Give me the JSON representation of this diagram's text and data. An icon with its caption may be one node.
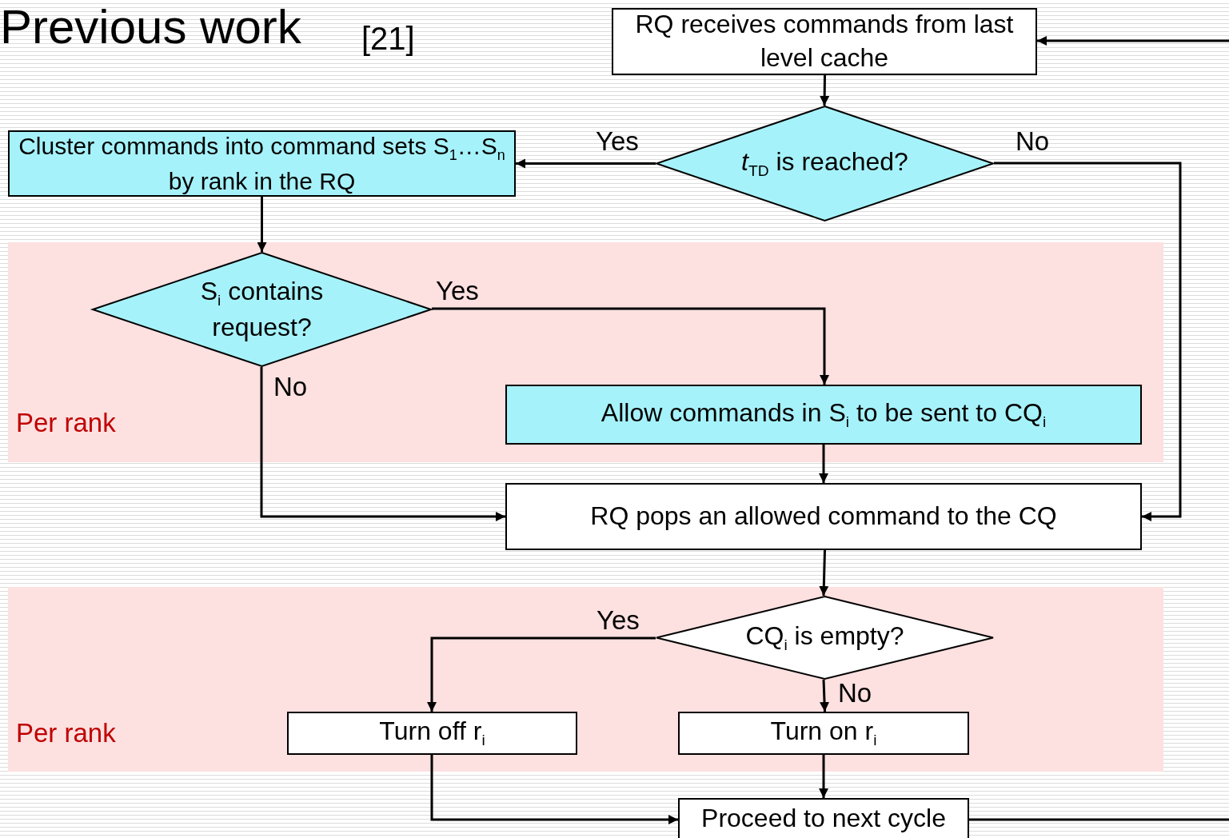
{
  "diagram": {
    "title": "Previous work",
    "nodes": [
      {
        "text": [
          "RQ receives commands from last level cache"
        ]
      },
      {
        "text": [
          "*t*$_{TD}$ is reached?"
        ]
      },
      {
        "text": [
          "Cluster commands into command sets S$_{1}$…S$_{n}$ by rank in the RQ"
        ]
      },
      {
        "text": [
          "Per rank"
        ]
      },
      {
        "text": [
          "S$_{i}$ contains request?"
        ],
        "in": 3
      },
      {
        "text": [
          "Allow commands in S$_{i}$ to be sent to CQ$_{i}$"
        ],
        "in": 3
      },
      {
        "text": [
          "RQ pops an allowed command to the CQ"
        ]
      },
      {
        "text": [
          "Per rank"
        ]
      },
      {
        "text": [
          "CQ$_{i}$ is empty?"
        ],
        "in": 7
      },
      {
        "text": [
          "Turn off r$_{i}$"
        ],
        "in": 7
      },
      {
        "text": [
          "Turn on r$_{i}$"
        ],
        "in": 7
      },
      {
        "text": [
          "Proceed to next cycle"
        ]
      }
    ],
    "edges": [
      {
        "from": 0,
        "to": 1,
        "arrow": "to"
      },
      {
        "from": 1,
        "to": 2,
        "arrow": "to",
        "label": "Yes"
      },
      {
        "from": 1,
        "to": 6,
        "arrow": "to",
        "label": "No"
      },
      {
        "from": 2,
        "to": 4,
        "arrow": "to"
      },
      {
        "from": 4,
        "to": 5,
        "arrow": "to",
        "label": "Yes"
      },
      {
        "from": 4,
        "to": 6,
        "arrow": "to",
        "label": "No"
      },
      {
        "from": 5,
        "to": 6,
        "arrow": "to"
      },
      {
        "from": 6,
        "to": 8,
        "arrow": "to"
      },
      {
        "from": 8,
        "to": 9,
        "arrow": "to",
        "label": "Yes"
      },
      {
        "from": 8,
        "to": 10,
        "arrow": "to",
        "label": "No"
      },
      {
        "from": 9,
        "to": 11,
        "arrow": "to"
      },
      {
        "from": 10,
        "to": 11,
        "arrow": "to"
      },
      {
        "from": 11,
        "to": null,
        "arrow": "none"
      },
      {
        "from": null,
        "to": 0,
        "arrow": "to"
      }
    ],
    "labels": [
      "[21]"
    ]
  }
}
